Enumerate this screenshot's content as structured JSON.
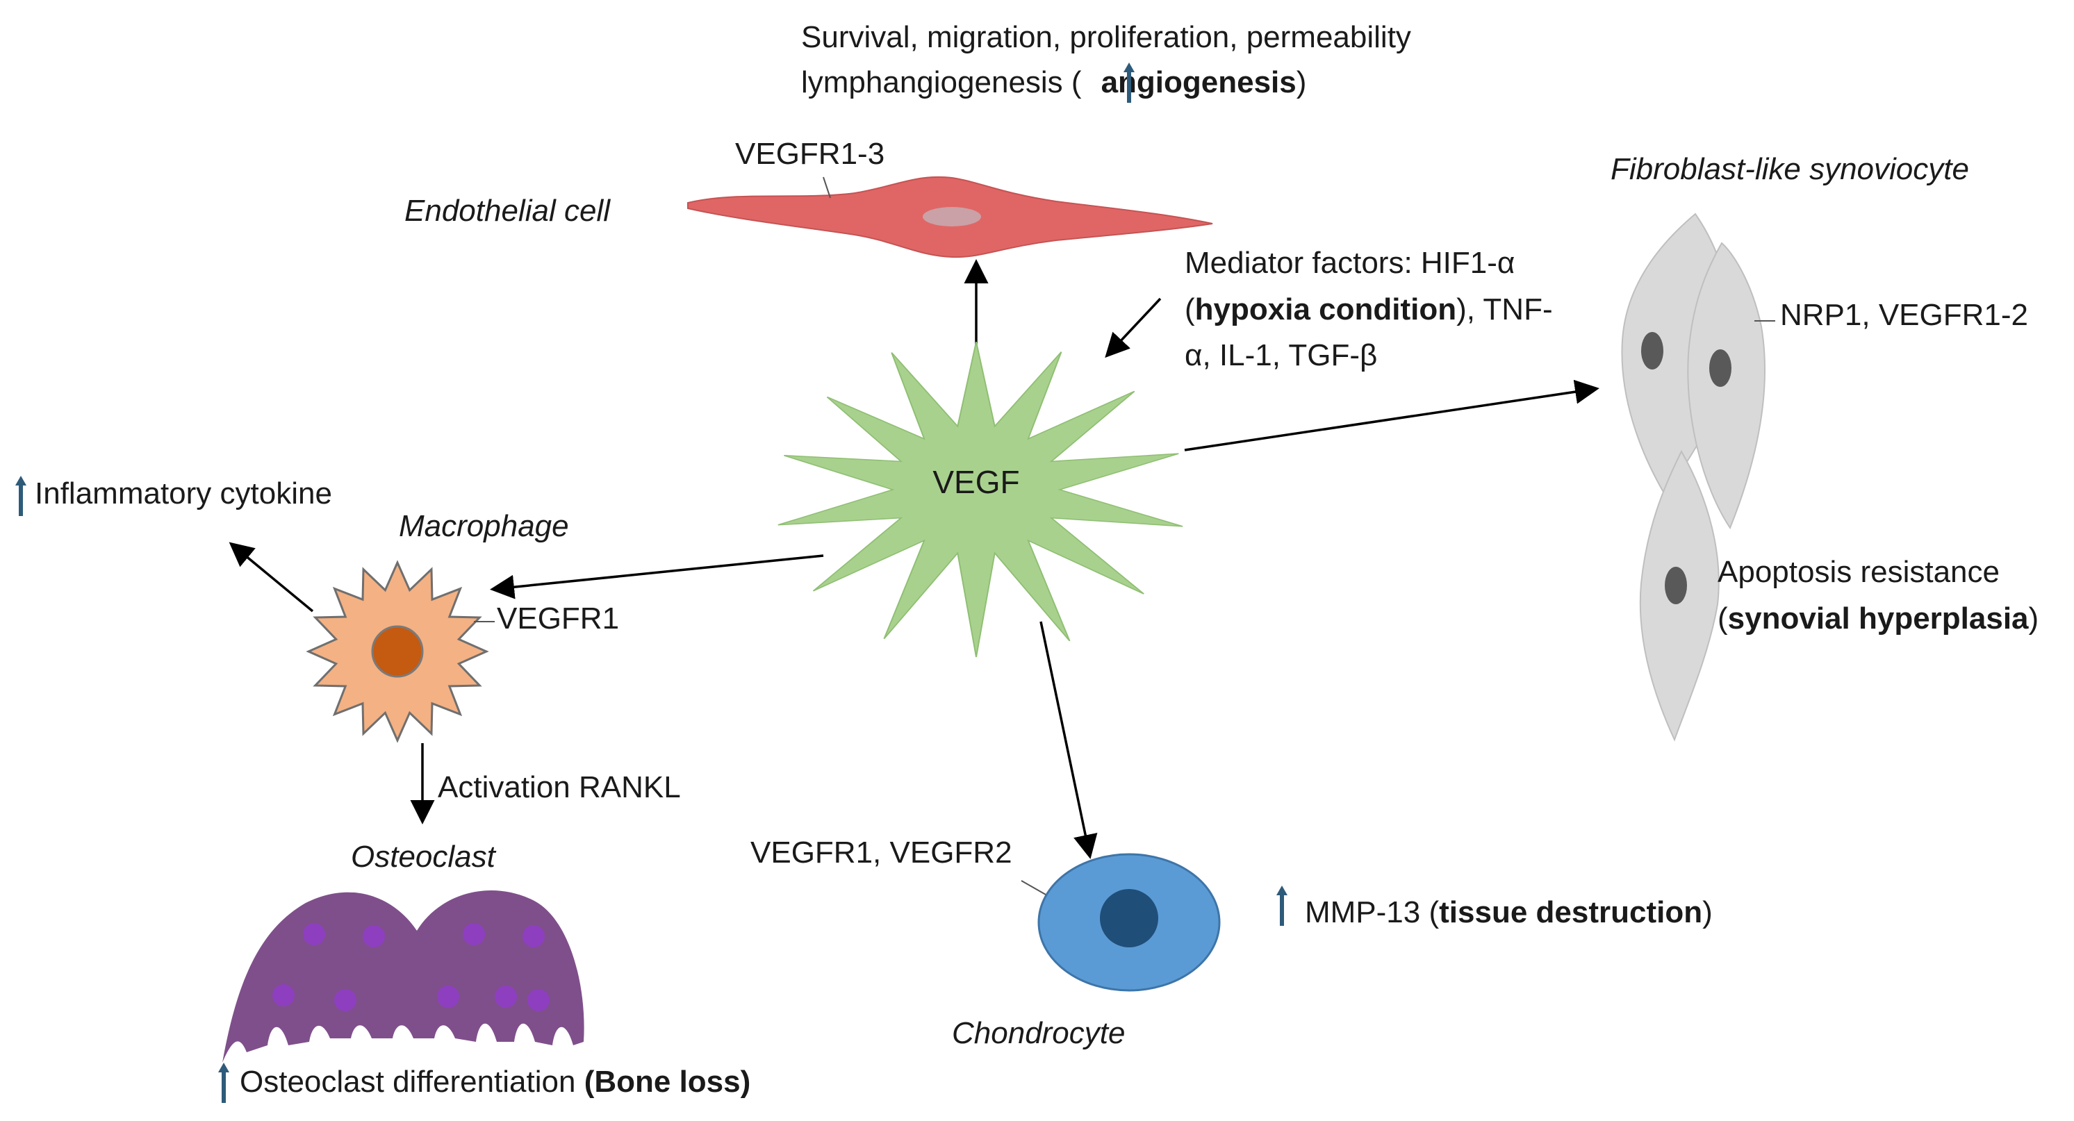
{
  "hub": {
    "label": "VEGF"
  },
  "endothelial": {
    "cell_label": "Endothelial cell",
    "receptor": "VEGFR1-3",
    "effect_line1": "Survival, migration, proliferation, permeability",
    "effect_line2_pre": "lymphangiogenesis (",
    "effect_line2_bold": "angiogenesis",
    "effect_line2_post": ")"
  },
  "mediators": {
    "line1": "Mediator factors: HIF1-α",
    "line2_pre": "(",
    "line2_bold": "hypoxia condition",
    "line2_post": "), TNF-",
    "line3": "α, IL-1, TGF-β"
  },
  "synoviocyte": {
    "cell_label": "Fibroblast-like synoviocyte",
    "receptor": "NRP1, VEGFR1-2",
    "effect_line1": "Apoptosis resistance",
    "effect_line2_pre": "(",
    "effect_line2_bold": "synovial hyperplasia",
    "effect_line2_post": ")"
  },
  "macrophage": {
    "cell_label": "Macrophage",
    "receptor": "VEGFR1",
    "effect": "Inflammatory cytokine",
    "activation": "Activation RANKL"
  },
  "osteoclast": {
    "cell_label": "Osteoclast",
    "effect_pre": "Osteoclast differentiation ",
    "effect_bold": "(Bone loss)"
  },
  "chondrocyte": {
    "cell_label": "Chondrocyte",
    "receptor": "VEGFR1, VEGFR2",
    "effect_pre": "MMP-13 (",
    "effect_bold": "tissue destruction",
    "effect_post": ")"
  },
  "colors": {
    "vegf_fill": "#a9d18e",
    "endothelial_fill": "#e06666",
    "endothelial_nucleus": "#c9a1a6",
    "synoviocyte_fill": "#d9d9d9",
    "synoviocyte_nucleus": "#595959",
    "macrophage_fill": "#f4b183",
    "macrophage_nucleus": "#c55a11",
    "osteoclast_fill": "#7f4f8b",
    "osteoclast_dots": "#8e3fbf",
    "chondrocyte_fill": "#5b9bd5",
    "chondrocyte_nucleus": "#1f4e79",
    "increase_arrow": "#2e5b7a"
  },
  "icons": {
    "increase": "up-arrow-icon"
  }
}
